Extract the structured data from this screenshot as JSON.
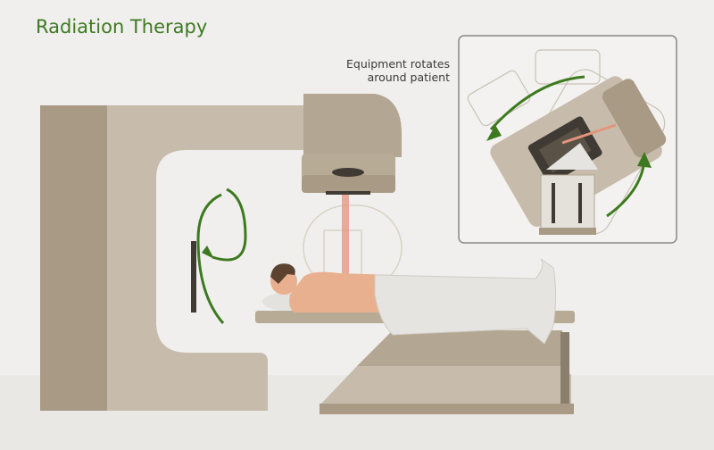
{
  "title": "Radiation Therapy",
  "callout": {
    "line1": "Equipment rotates",
    "line2": "around patient"
  },
  "icons": [
    "rotation-arrow-icon",
    "rotation-arrow-icon",
    "rotation-arrow-icon"
  ],
  "colors": {
    "machine": "#c7bcac",
    "machine_dark": "#a89a85",
    "machine_shadow": "#b3a692",
    "beam": "#e3947c",
    "arrow": "#3d7a1f",
    "title": "#3e7a22",
    "background": "#f0efed"
  }
}
